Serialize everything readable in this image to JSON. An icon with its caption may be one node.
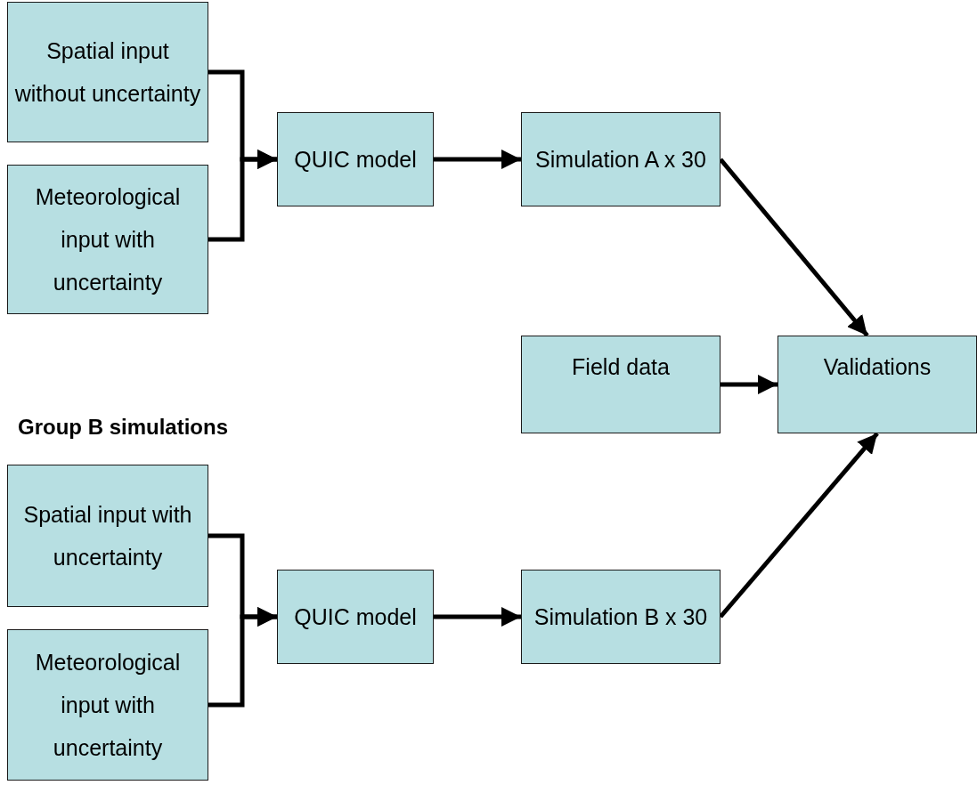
{
  "diagram": {
    "nodes": [
      {
        "text": [
          "Spatial input without uncertainty"
        ]
      },
      {
        "text": [
          "Meteorological input with uncertainty"
        ]
      },
      {
        "text": [
          "QUIC model"
        ]
      },
      {
        "text": [
          "Simulation A x 30"
        ]
      },
      {
        "text": [
          "Field data"
        ]
      },
      {
        "text": [
          "Validations"
        ]
      },
      {
        "text": [
          "Spatial input with uncertainty"
        ]
      },
      {
        "text": [
          "Meteorological input with uncertainty"
        ]
      },
      {
        "text": [
          "QUIC model"
        ]
      },
      {
        "text": [
          "Simulation B x 30"
        ]
      }
    ],
    "edges": [
      {
        "from": 0,
        "to": 2,
        "arrow": "to"
      },
      {
        "from": 1,
        "to": 2,
        "arrow": "to"
      },
      {
        "from": 2,
        "to": 3,
        "arrow": "to"
      },
      {
        "from": 3,
        "to": 5,
        "arrow": "to"
      },
      {
        "from": 4,
        "to": 5,
        "arrow": "to"
      },
      {
        "from": 6,
        "to": 8,
        "arrow": "to"
      },
      {
        "from": 7,
        "to": 8,
        "arrow": "to"
      },
      {
        "from": 8,
        "to": 9,
        "arrow": "to"
      },
      {
        "from": 9,
        "to": 5,
        "arrow": "to"
      }
    ],
    "labels": [
      "Group B simulations"
    ]
  }
}
